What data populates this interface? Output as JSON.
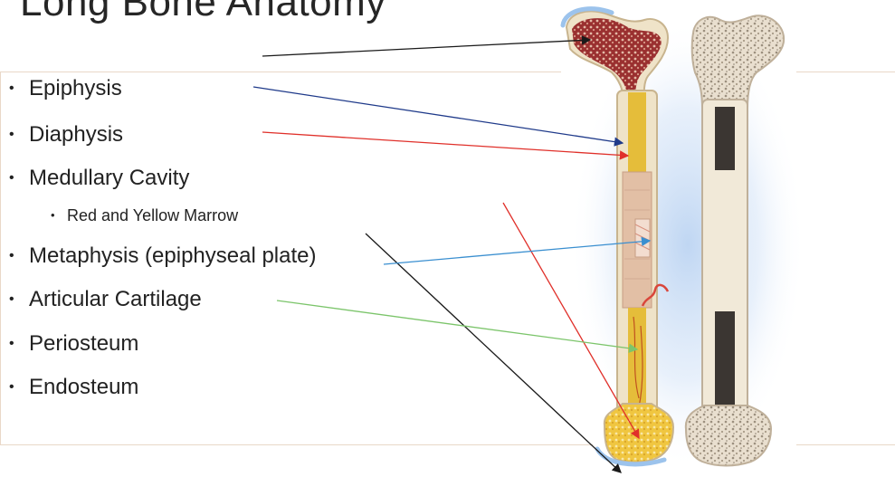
{
  "title": "Long Bone Anatomy",
  "terms": [
    {
      "label": "Epiphysis",
      "level": 1
    },
    {
      "label": "Diaphysis",
      "level": 1
    },
    {
      "label": "Medullary Cavity",
      "level": 1
    },
    {
      "label": "Red and Yellow Marrow",
      "level": 2
    },
    {
      "label": "Metaphysis (epiphyseal plate)",
      "level": 1
    },
    {
      "label": "Articular Cartilage",
      "level": 1
    },
    {
      "label": "Periosteum",
      "level": 1
    },
    {
      "label": "Endosteum",
      "level": 1
    }
  ],
  "bullet_glyph": "•",
  "colors": {
    "arrow_black": "#1a1a1a",
    "arrow_navy": "#1f3a8a",
    "arrow_red": "#e0302a",
    "arrow_blue": "#3a8fd0",
    "arrow_green": "#7cc56b",
    "bone": "#efe3c8",
    "red_marrow": "#8e2a2a",
    "yellow_marrow": "#e8c64a",
    "periosteum": "#e2bfa5",
    "halo": "#cfe0f5"
  }
}
